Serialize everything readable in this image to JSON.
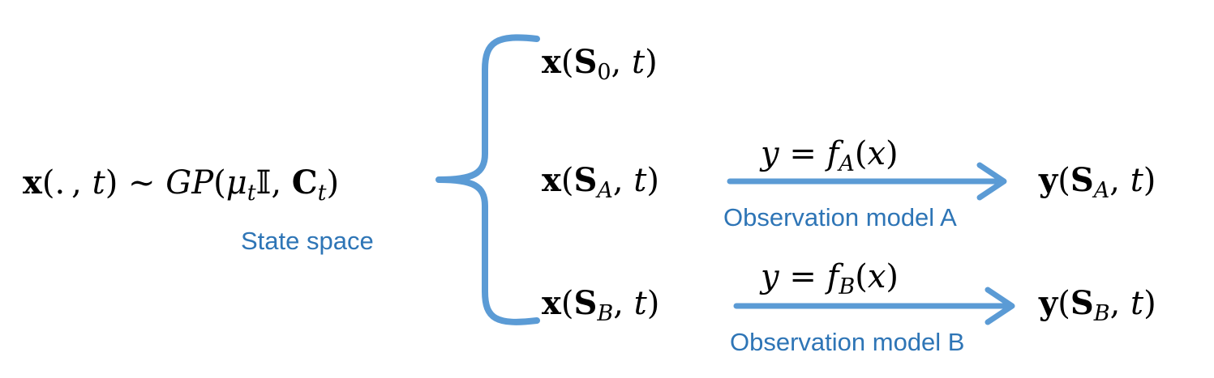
{
  "colors": {
    "accent": "#5b9bd5",
    "label_text": "#2e75b6",
    "math_text": "#000000"
  },
  "state_space": {
    "label": "State space",
    "expression": {
      "x": "x",
      "lparen_arg": "(. , ",
      "t": "t",
      "rparen": ")",
      "sim": " ~ ",
      "GP": "GP",
      "lparen": "(",
      "mu": "μ",
      "mu_sub": "t",
      "identity": "𝕀",
      "comma": ", ",
      "C": "C",
      "C_sub": "t",
      "close": ")"
    }
  },
  "states": [
    {
      "x": "x",
      "open": "(",
      "S": "S",
      "sub": "0",
      "sep": ", ",
      "t": "t",
      "close": ")"
    },
    {
      "x": "x",
      "open": "(",
      "S": "S",
      "sub": "A",
      "sep": ", ",
      "t": "t",
      "close": ")"
    },
    {
      "x": "x",
      "open": "(",
      "S": "S",
      "sub": "B",
      "sep": ", ",
      "t": "t",
      "close": ")"
    }
  ],
  "observation_models": [
    {
      "label": "Observation model A",
      "equation": {
        "y": "y",
        "eq": " = ",
        "f": "f",
        "f_sub": "A",
        "open": "(",
        "x": "x",
        "close": ")"
      },
      "output": {
        "y": "y",
        "open": "(",
        "S": "S",
        "sub": "A",
        "sep": ", ",
        "t": "t",
        "close": ")"
      }
    },
    {
      "label": "Observation model B",
      "equation": {
        "y": "y",
        "eq": " = ",
        "f": "f",
        "f_sub": "B",
        "open": "(",
        "x": "x",
        "close": ")"
      },
      "output": {
        "y": "y",
        "open": "(",
        "S": "S",
        "sub": "B",
        "sep": ", ",
        "t": "t",
        "close": ")"
      }
    }
  ]
}
